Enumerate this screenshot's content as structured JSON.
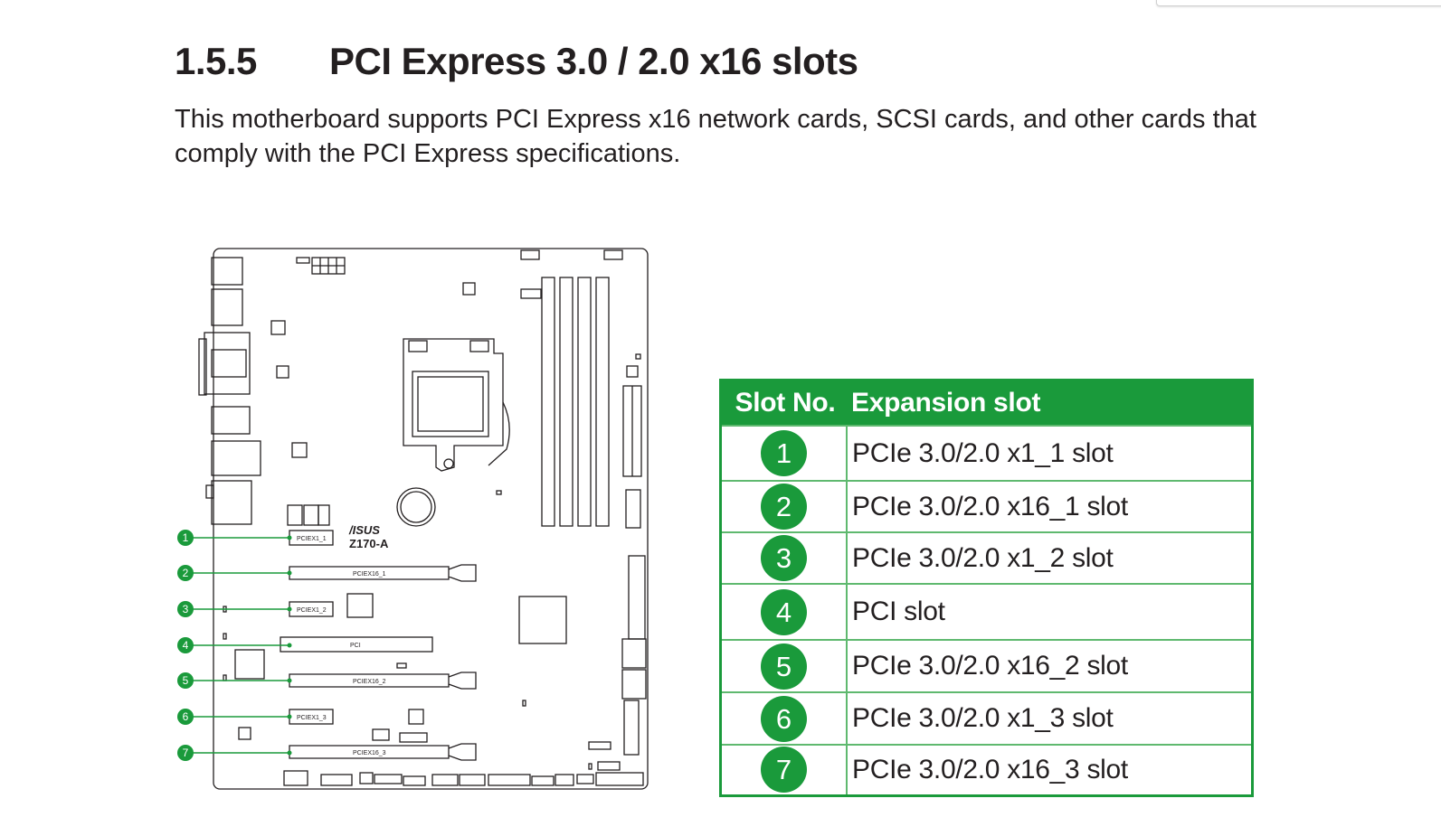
{
  "section": {
    "number": "1.5.5",
    "title": "PCI Express 3.0 / 2.0 x16 slots",
    "intro": "This motherboard supports PCI Express x16 network cards, SCSI cards, and other cards that comply with the PCI Express specifications."
  },
  "diagram": {
    "brand": "/ISUS",
    "model": "Z170-A",
    "callouts": [
      "1",
      "2",
      "3",
      "4",
      "5",
      "6",
      "7"
    ],
    "slot_labels": [
      "PCIEX1_1",
      "PCIEX16_1",
      "PCIEX1_2",
      "PCI",
      "PCIEX16_2",
      "PCIEX1_3",
      "PCIEX16_3"
    ]
  },
  "table": {
    "header_slot": "Slot No.",
    "header_expansion": "Expansion slot",
    "rows": [
      {
        "no": "1",
        "slot": "PCIe 3.0/2.0 x1_1 slot"
      },
      {
        "no": "2",
        "slot": "PCIe 3.0/2.0 x16_1 slot"
      },
      {
        "no": "3",
        "slot": "PCIe 3.0/2.0 x1_2 slot"
      },
      {
        "no": "4",
        "slot": "PCI slot"
      },
      {
        "no": "5",
        "slot": "PCIe 3.0/2.0 x16_2 slot"
      },
      {
        "no": "6",
        "slot": "PCIe 3.0/2.0 x1_3 slot"
      },
      {
        "no": "7",
        "slot": "PCIe 3.0/2.0 x16_3 slot"
      }
    ]
  },
  "colors": {
    "accent": "#1a9a3b",
    "text": "#231f20",
    "line": "#231f20"
  }
}
